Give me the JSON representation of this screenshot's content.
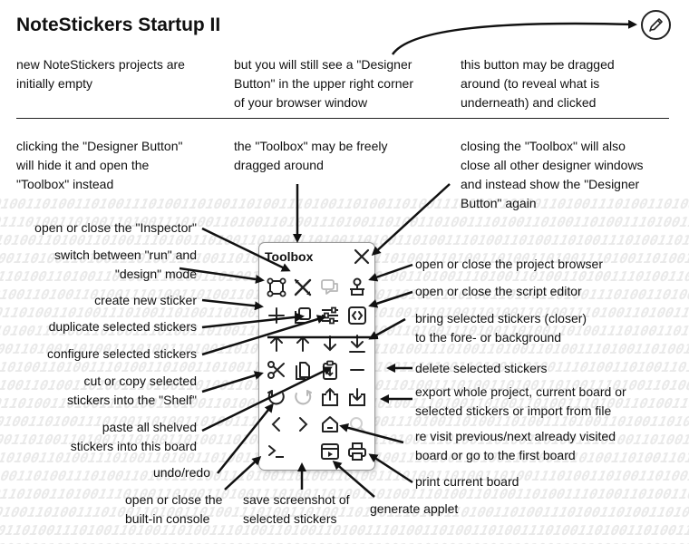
{
  "page": {
    "title": "NoteStickers Startup II"
  },
  "notes": {
    "intro_empty": [
      "new NoteStickers projects are",
      "initially empty"
    ],
    "intro_designer": [
      "but you will still see a \"Designer",
      "Button\" in the upper right corner",
      "of your browser window"
    ],
    "intro_drag": [
      "this button may be dragged",
      "around (to reveal what is",
      "underneath) and clicked"
    ],
    "click_designer": [
      "clicking the \"Designer Button\"",
      "will hide it and open the",
      "\"Toolbox\" instead"
    ],
    "toolbox_drag": [
      "the \"Toolbox\" may be freely",
      "dragged around"
    ],
    "closing_toolbox": [
      "closing the \"Toolbox\" will also",
      "close all other designer windows",
      "and instead show the \"Designer",
      "Button\" again"
    ]
  },
  "left_labels": {
    "inspector": "open or close the \"Inspector\"",
    "run_design": [
      "switch between \"run\" and",
      "\"design\" mode"
    ],
    "new_sticker": "create new sticker",
    "duplicate": "duplicate selected stickers",
    "configure": "configure selected stickers",
    "cut_copy": [
      "cut or copy selected",
      "stickers into the \"Shelf\""
    ],
    "paste": [
      "paste all shelved",
      "stickers into this board"
    ],
    "undo_redo": "undo/redo"
  },
  "right_labels": {
    "project_browser": "open or close the project browser",
    "script_editor": "open or close the script editor",
    "bring": [
      "bring selected stickers (closer)",
      "to the fore- or background"
    ],
    "delete": "delete selected stickers",
    "export": [
      "export whole project, current board or",
      "selected stickers or import from file"
    ],
    "revisit": [
      "re visit previous/next already visited",
      "board or go to the first board"
    ],
    "print": "print current board"
  },
  "bottom_labels": {
    "console": [
      "open or close the",
      "built-in console"
    ],
    "screenshot": [
      "save screenshot of",
      "selected stickers"
    ],
    "applet": "generate applet"
  },
  "toolbox": {
    "title": "Toolbox",
    "icons": [
      "inspector-icon",
      "run-design-icon",
      "chat-icon",
      "project-browser-icon",
      "new-sticker-icon",
      "duplicate-icon",
      "configure-icon",
      "script-editor-icon",
      "move-up-icon",
      "move-up-one-icon",
      "move-down-one-icon",
      "move-to-bottom-icon",
      "cut-icon",
      "copy-icon",
      "paste-icon",
      "delete-icon",
      "undo-icon",
      "redo-icon",
      "export-icon",
      "import-icon",
      "previous-board-icon",
      "next-board-icon",
      "home-icon",
      "search-icon",
      "console-icon",
      "screenshot-icon",
      "applet-icon",
      "print-icon"
    ]
  },
  "colors": {
    "text": "#111111",
    "pattern": "#e9e9e9",
    "toolbox_border": "#999999",
    "disabled_icon": "#b8b8b8"
  },
  "background_pattern": "0110100111010011010"
}
